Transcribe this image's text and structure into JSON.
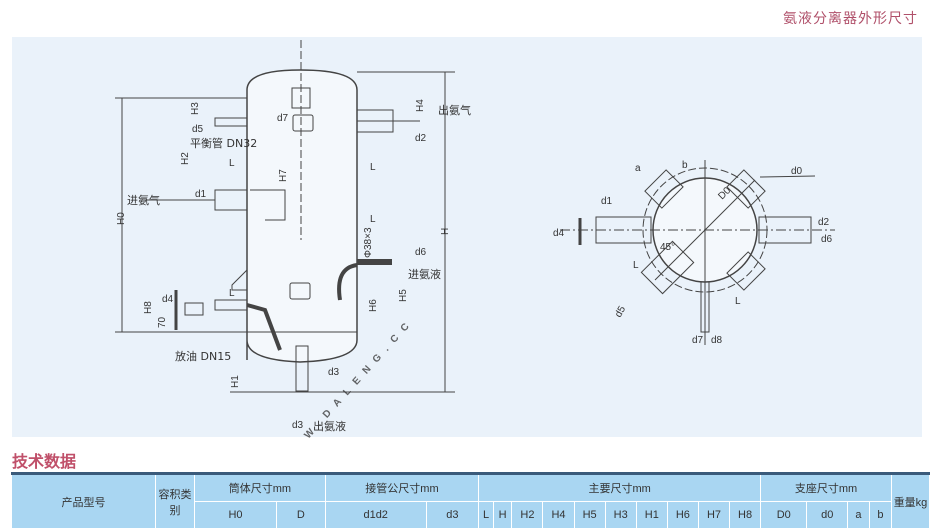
{
  "title": "氨液分离器外形尺寸",
  "watermark": "WWW.DALENG.CC",
  "front_view": {
    "out_gas": "出氨气",
    "in_gas": "进氨气",
    "balance_pipe": "平衡管 DN32",
    "in_liquid": "进氨液",
    "oil_drain": "放油 DN15",
    "out_liquid": "出氨液",
    "pipe_spec": "Φ38×3",
    "dim_70": "70",
    "labels": {
      "H0": "H0",
      "H": "H",
      "H1": "H1",
      "H2": "H2",
      "H3": "H3",
      "H4": "H4",
      "H5": "H5",
      "H6": "H6",
      "H7": "H7",
      "H8": "H8",
      "L": "L",
      "d1": "d1",
      "d2": "d2",
      "d3": "d3",
      "d4": "d4",
      "d5": "d5",
      "d6": "d6",
      "d7": "d7"
    }
  },
  "top_view": {
    "angle": "45°",
    "labels": {
      "a": "a",
      "b": "b",
      "d0": "d0",
      "D0": "D0",
      "d1": "d1",
      "d2": "d2",
      "d4": "d4",
      "d5": "d5",
      "d6": "d6",
      "d7": "d7",
      "d8": "d8",
      "L": "L"
    }
  },
  "section_title": "技术数据",
  "table": {
    "model": "产品型号",
    "volume": "容积类别",
    "shell": "筒体尺寸mm",
    "nozzle": "接管公尺寸mm",
    "main": "主要尺寸mm",
    "support": "支座尺寸mm",
    "weight": "重量kg",
    "sub": [
      "H0",
      "D",
      "d1d2",
      "d3",
      "L",
      "H",
      "H2",
      "H4",
      "H5",
      "H3",
      "H1",
      "H6",
      "H7",
      "H8",
      "D0",
      "d0",
      "a",
      "b"
    ]
  }
}
